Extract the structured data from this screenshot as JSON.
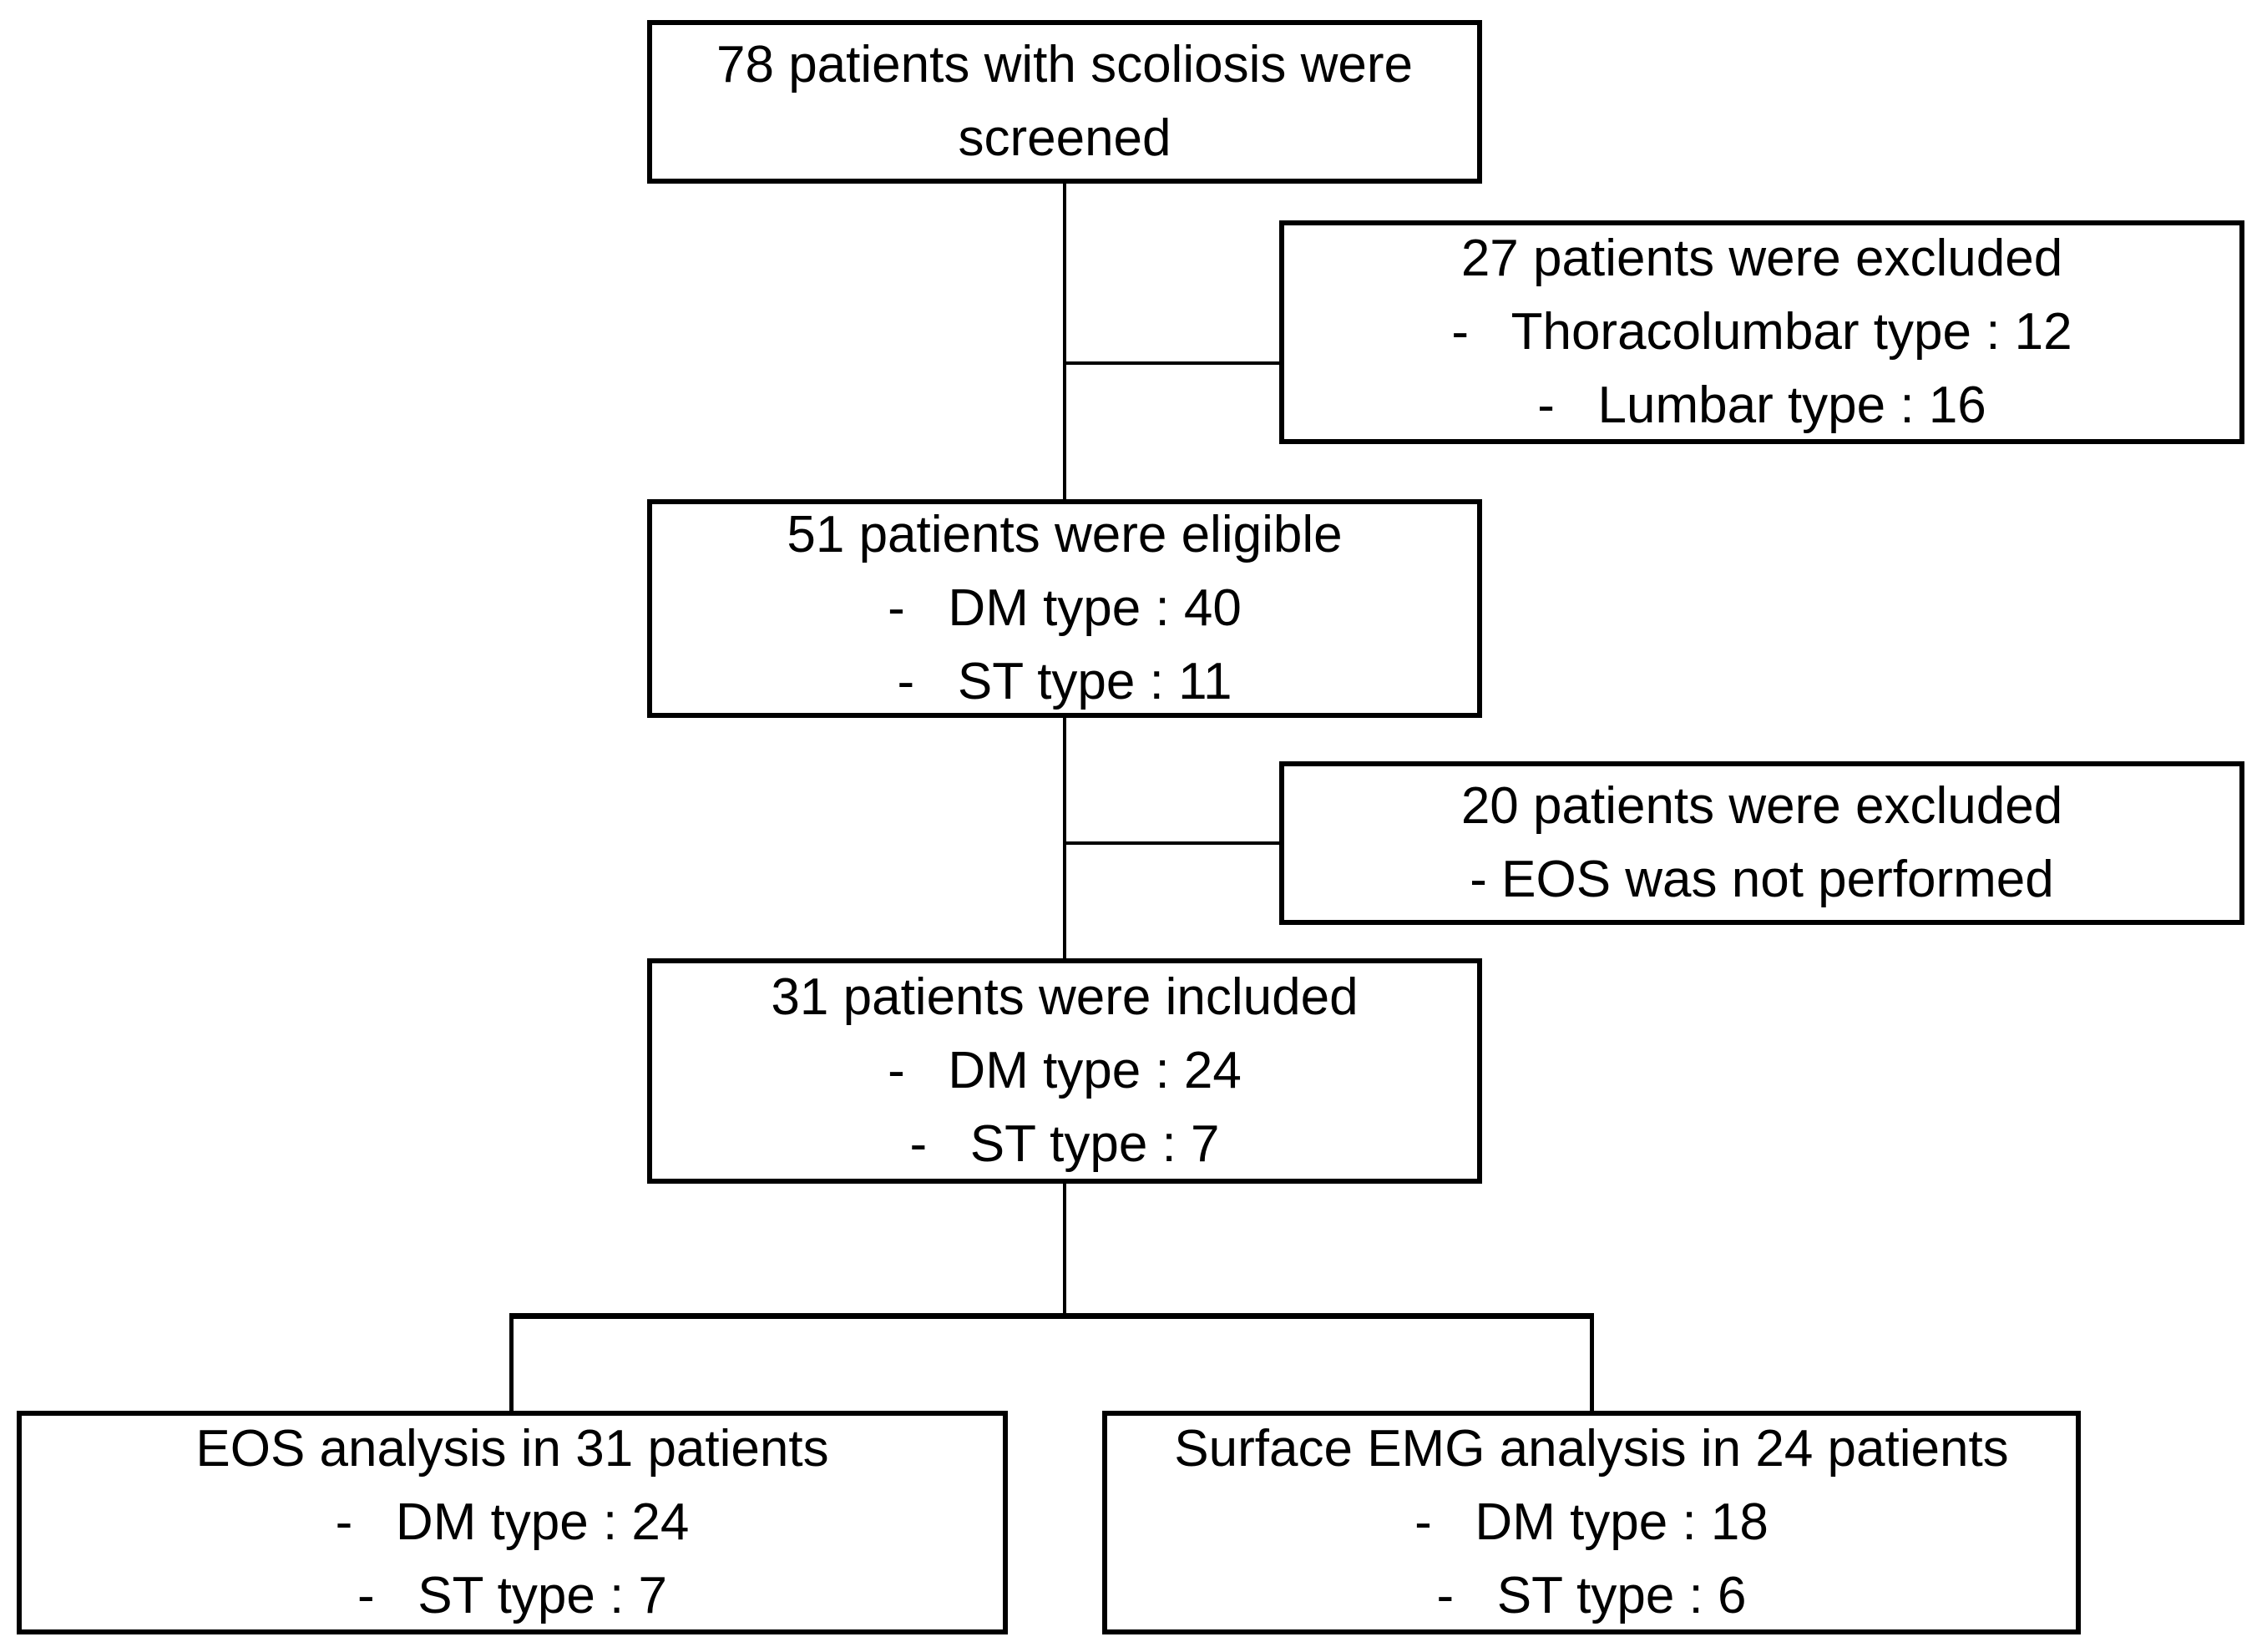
{
  "colors": {
    "page_bg": "#ffffff",
    "box_bg": "#ffffff",
    "box_border": "#000000",
    "text": "#000000",
    "line": "#000000"
  },
  "boxes": {
    "screened": {
      "lines": [
        "78 patients with scoliosis were",
        "screened"
      ]
    },
    "excluded1": {
      "lines": [
        "27 patients were excluded",
        "-   Thoracolumbar type : 12",
        "-   Lumbar type : 16"
      ]
    },
    "eligible": {
      "lines": [
        "51 patients were eligible",
        "-   DM type : 40",
        "-   ST type : 11"
      ]
    },
    "excluded2": {
      "lines": [
        "20 patients were excluded",
        "- EOS was not performed"
      ]
    },
    "included": {
      "lines": [
        "31 patients were included",
        "-   DM type : 24",
        "-   ST type : 7"
      ]
    },
    "eos_analysis": {
      "lines": [
        "EOS analysis in 31 patients",
        "-   DM type : 24",
        "-   ST type : 7"
      ]
    },
    "emg_analysis": {
      "lines": [
        "Surface EMG analysis in 24 patients",
        "-   DM type : 18",
        "-   ST type : 6"
      ]
    }
  }
}
